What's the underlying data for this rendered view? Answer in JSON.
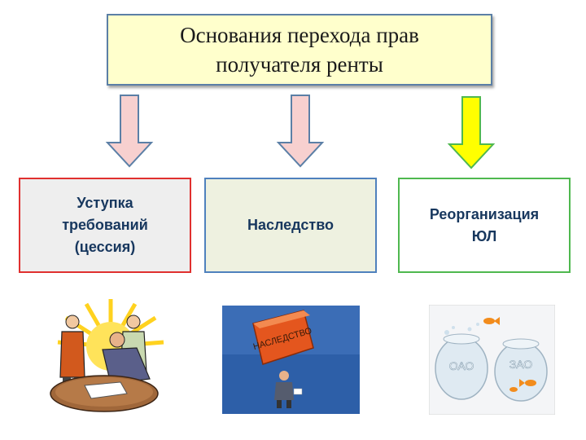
{
  "title": {
    "line1": "Основания перехода прав",
    "line2": "получателя ренты"
  },
  "boxes": [
    {
      "line1": "Уступка",
      "line2": "требований",
      "line3": "(цессия)"
    },
    {
      "line1": "Наследство"
    },
    {
      "line1": "Реорганизация",
      "line2": "ЮЛ"
    }
  ],
  "images": {
    "box_label": "НАСЛЕДСТВО",
    "bowl_left": "ОАО",
    "bowl_right": "ЗАО"
  },
  "colors": {
    "title_bg": "#ffffcc",
    "arrow_pink": "#f7d0cf",
    "arrow_green": "#ffff00",
    "box1_border": "#e0302f",
    "box2_border": "#4f81bd",
    "box3_border": "#4fb84f"
  }
}
